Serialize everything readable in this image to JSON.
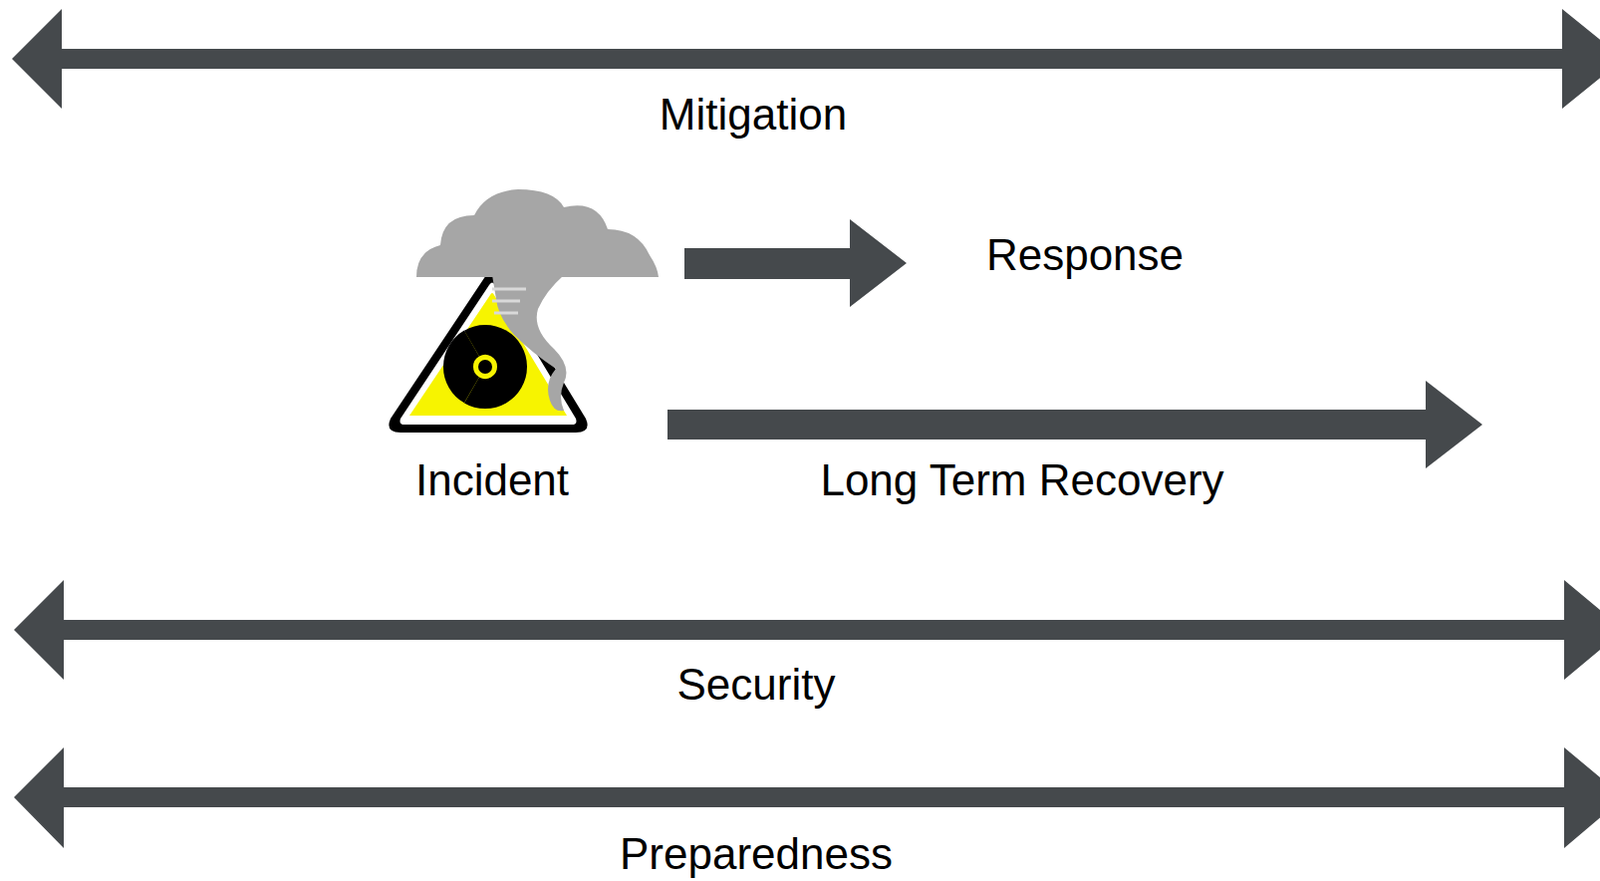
{
  "diagram": {
    "labels": [
      "Mitigation",
      "Response",
      "Incident",
      "Long Term Recovery",
      "Security",
      "Preparedness"
    ]
  }
}
